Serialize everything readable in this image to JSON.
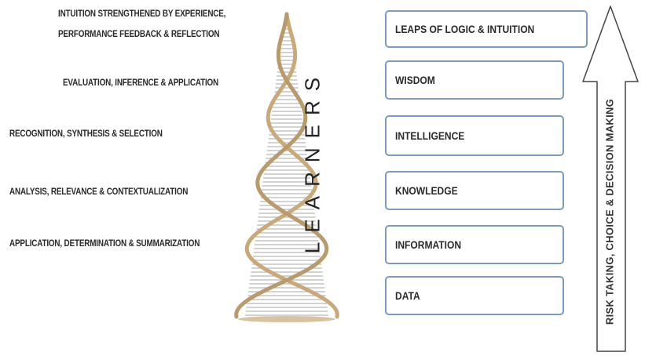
{
  "left_labels": [
    "INTUITION STRENGTHENED  BY EXPERIENCE,",
    "PERFORMANCE FEEDBACK & REFLECTION",
    "EVALUATION,  INFERENCE & APPLICATION",
    "RECOGNITION, SYNTHESIS & SELECTION",
    "ANALYSIS, RELEVANCE  & CONTEXTUALIZATION",
    "APPLICATION, DETERMINATION  & SUMMARIZATION"
  ],
  "helix_label": "LEARNERS",
  "levels": [
    "LEAPS OF LOGIC  & INTUITION",
    "WISDOM",
    "INTELLIGENCE",
    "KNOWLEDGE",
    "INFORMATION",
    "DATA"
  ],
  "arrow_label": "RISK TAKING,  CHOICE & DECISION MAKING",
  "colors": {
    "box_border": "#7d9bbd",
    "helix": "#c9a978",
    "arrow": "#444444"
  }
}
